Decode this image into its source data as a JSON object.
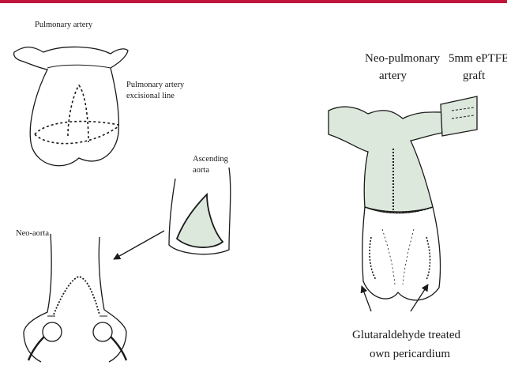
{
  "colors": {
    "accent_bar": "#c0143c",
    "fill": "#dde8dc",
    "ink": "#1a1a1a"
  },
  "left": {
    "pulmonary_artery": "Pulmonary  artery",
    "excisional_line_1": "Pulmonary artery",
    "excisional_line_2": "excisional line",
    "ascending_aorta_1": "Ascending",
    "ascending_aorta_2": "aorta",
    "neo_aorta": "Neo-aorta"
  },
  "right": {
    "neo_pulmonary_1": "Neo-pulmonary",
    "neo_pulmonary_2": "artery",
    "graft_1": "5mm ePTFE",
    "graft_2": "graft",
    "pericardium_1": "Glutaraldehyde treated",
    "pericardium_2": "own pericardium"
  }
}
